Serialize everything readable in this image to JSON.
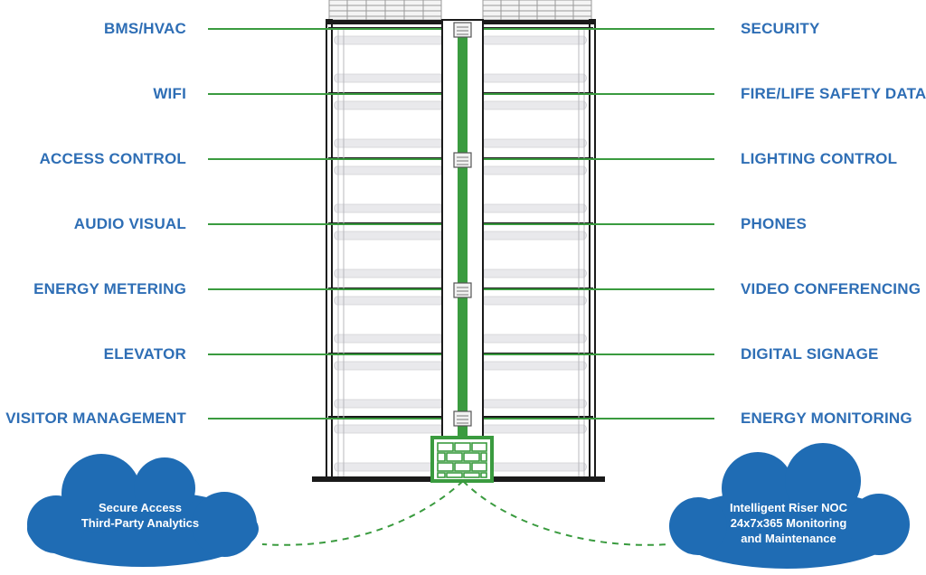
{
  "colors": {
    "label_blue": "#2e6eb5",
    "riser_green": "#3a9b3f",
    "cloud_blue": "#1f6cb4",
    "building_dark": "#1a1a1a",
    "floor_gray": "#e9e9ec"
  },
  "left_labels": [
    "BMS/HVAC",
    "WIFI",
    "ACCESS CONTROL",
    "AUDIO VISUAL",
    "ENERGY METERING",
    "ELEVATOR",
    "VISITOR MANAGEMENT"
  ],
  "right_labels": [
    "SECURITY",
    "FIRE/LIFE SAFETY DATA",
    "LIGHTING CONTROL",
    "PHONES",
    "VIDEO CONFERENCING",
    "DIGITAL SIGNAGE",
    "ENERGY MONITORING"
  ],
  "clouds": {
    "left": {
      "lines": [
        "Secure Access",
        "Third-Party Analytics"
      ]
    },
    "right": {
      "lines": [
        "Intelligent Riser NOC",
        "24x7x365 Monitoring",
        "and Maintenance"
      ]
    }
  },
  "icons": {
    "riser_switch": "network-switch-icon",
    "basement": "brick-wall-icon",
    "cloud": "cloud-icon"
  }
}
